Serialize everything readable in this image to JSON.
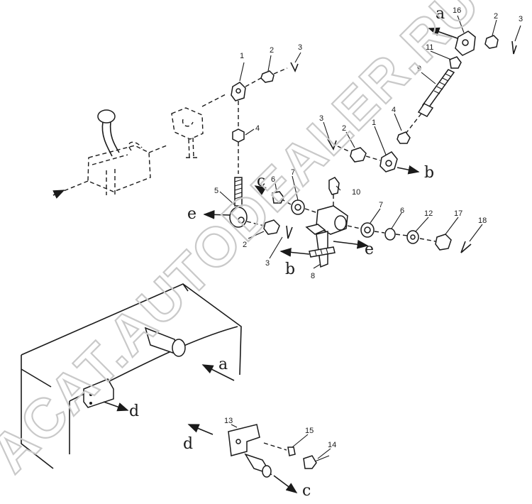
{
  "watermark": "ACAT.AUTODEALER.RU",
  "callouts": {
    "n1a": "1",
    "n2a": "2",
    "n3a": "3",
    "n4": "4",
    "n16": "16",
    "n2b": "2",
    "n3b": "3",
    "n11": "11",
    "n9": "9",
    "n4b": "4",
    "n3c": "3",
    "n2c": "2",
    "n1b": "1",
    "n6a": "6",
    "n7a": "7",
    "n10": "10",
    "n5": "5",
    "n2d": "2",
    "n3d": "3",
    "n8": "8",
    "n7b": "7",
    "n6b": "6",
    "n12": "12",
    "n17": "17",
    "n18": "18",
    "n13": "13",
    "n15": "15",
    "n14": "14"
  },
  "letters": {
    "a_top": "a",
    "b_right": "b",
    "c_upper": "c",
    "e_left": "e",
    "b_lower": "b",
    "e_right": "e",
    "a_box": "a",
    "d_box": "d",
    "d_bottom": "d",
    "c_bottom": "c"
  }
}
